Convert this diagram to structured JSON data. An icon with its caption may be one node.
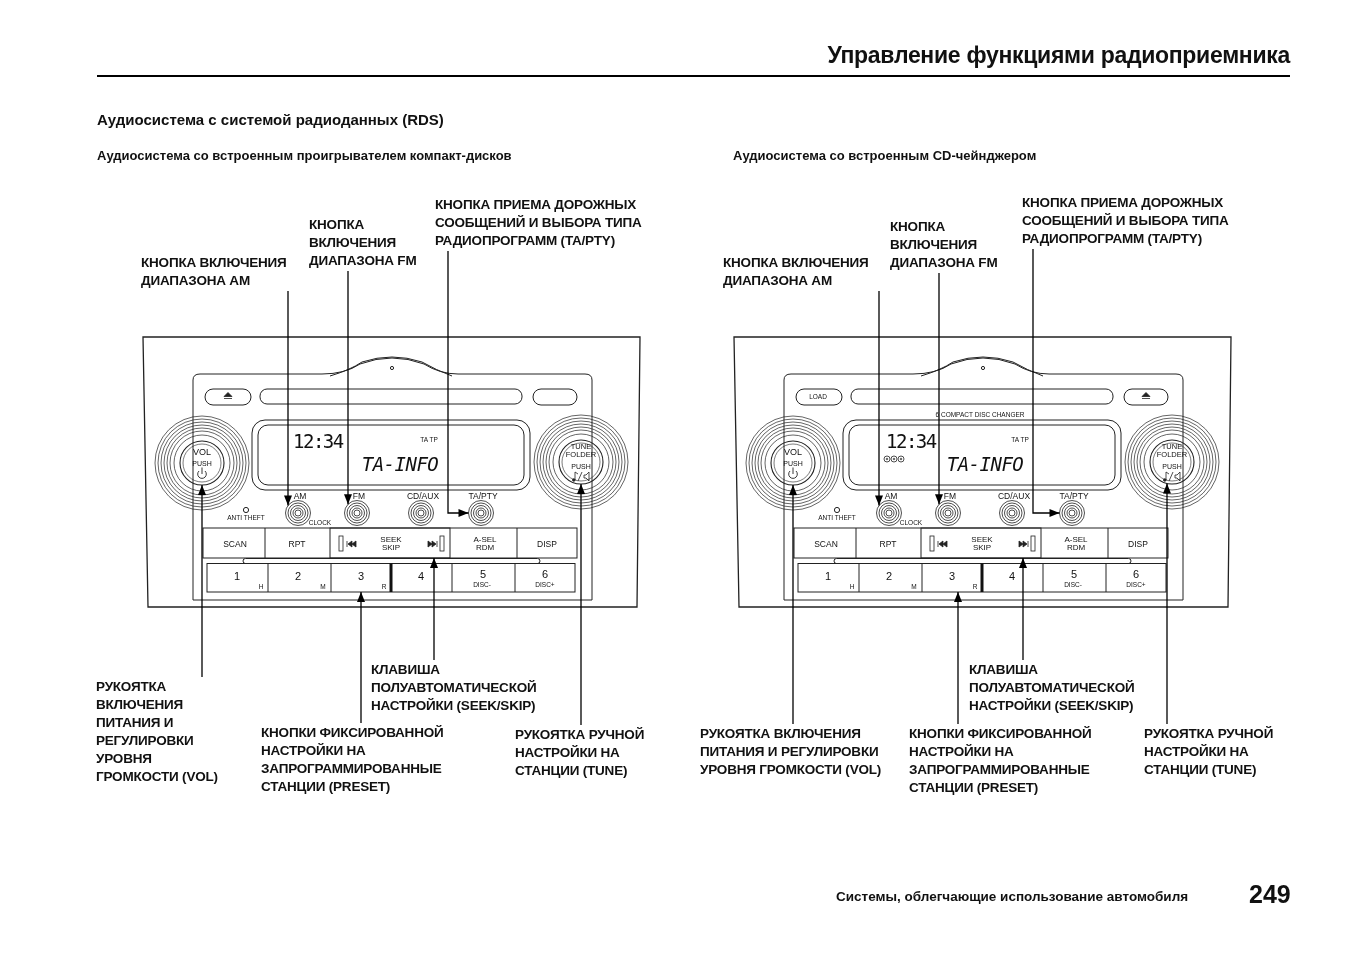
{
  "diagram": {
    "title": "Управление функциями радиоприемника",
    "nodes": [
      {
        "text": [
          "КНОПКА ВКЛЮЧЕНИЯ ДИАПАЗОНА AM"
        ]
      },
      {
        "text": [
          "КНОПКА ВКЛЮЧЕНИЯ ДИАПАЗОНА FM"
        ]
      },
      {
        "text": [
          "КНОПКА ПРИЕМА ДОРОЖНЫХ СООБЩЕНИЙ И ВЫБОРА ТИПА РАДИОПРОГРАММ (TA/PTY)"
        ]
      },
      {
        "text": [
          "РУКОЯТКА ВКЛЮЧЕНИЯ ПИТАНИЯ И РЕГУЛИРОВКИ УРОВНЯ ГРОМКОСТИ (VOL)"
        ]
      },
      {
        "text": [
          "КЛАВИША ПОЛУАВТОМАТИЧЕСКОЙ НАСТРОЙКИ (SEEK/SKIP)"
        ]
      },
      {
        "text": [
          "КНОПКИ ФИКСИРОВАННОЙ НАСТРОЙКИ НА ЗАПРОГРАММИРОВАННЫЕ СТАНЦИИ (PRESET)"
        ]
      },
      {
        "text": [
          "РУКОЯТКА РУЧНОЙ НАСТРОЙКИ НА СТАНЦИИ (TUNE)"
        ]
      },
      {
        "text": [],
        "shape": "circle",
        "beside": [
          "AM"
        ]
      },
      {
        "text": [],
        "shape": "circle",
        "beside": [
          "FM"
        ]
      },
      {
        "text": [],
        "shape": "circle",
        "beside": [
          "TA/PTY"
        ]
      },
      {
        "text": [],
        "shape": "circle"
      },
      {
        "text": [],
        "shape": "box"
      },
      {
        "text": [],
        "shape": "bar"
      },
      {
        "text": [],
        "shape": "circle"
      },
      {
        "text": [
          "КНОПКА ВКЛЮЧЕНИЯ ДИАПАЗОНА AM"
        ]
      },
      {
        "text": [
          "КНОПКА ВКЛЮЧЕНИЯ ДИАПАЗОНА FM"
        ]
      },
      {
        "text": [
          "КНОПКА ПРИЕМА ДОРОЖНЫХ СООБЩЕНИЙ И ВЫБОРА ТИПА РАДИОПРОГРАММ (TA/PTY)"
        ]
      },
      {
        "text": [
          "РУКОЯТКА ВКЛЮЧЕНИЯ ПИТАНИЯ И РЕГУЛИРОВКИ УРОВНЯ ГРОМКОСТИ (VOL)"
        ]
      },
      {
        "text": [
          "КЛАВИША ПОЛУАВТОМАТИЧЕСКОЙ НАСТРОЙКИ (SEEK/SKIP)"
        ]
      },
      {
        "text": [
          "КНОПКИ ФИКСИРОВАННОЙ НАСТРОЙКИ НА ЗАПРОГРАММИРОВАННЫЕ СТАНЦИИ (PRESET)"
        ]
      },
      {
        "text": [
          "РУКОЯТКА РУЧНОЙ НАСТРОЙКИ НА СТАНЦИИ (TUNE)"
        ]
      },
      {
        "text": [],
        "shape": "circle",
        "beside": [
          "AM"
        ]
      },
      {
        "text": [],
        "shape": "circle",
        "beside": [
          "FM"
        ]
      },
      {
        "text": [],
        "shape": "circle",
        "beside": [
          "TA/PTY"
        ]
      },
      {
        "text": [],
        "shape": "circle"
      },
      {
        "text": [],
        "shape": "box"
      },
      {
        "text": [],
        "shape": "bar"
      },
      {
        "text": [],
        "shape": "circle"
      },
      {
        "text": [],
        "shape": "circle",
        "beside": [
          "CD/AUX"
        ]
      },
      {
        "text": [],
        "shape": "circle",
        "beside": [
          "CD/AUX"
        ]
      }
    ],
    "edges": [
      {
        "from": 0,
        "to": 7,
        "arrow": "to"
      },
      {
        "from": 1,
        "to": 8,
        "arrow": "to"
      },
      {
        "from": 2,
        "to": 9,
        "arrow": "to"
      },
      {
        "from": 3,
        "to": 10,
        "arrow": "to"
      },
      {
        "from": 4,
        "to": 11,
        "arrow": "to"
      },
      {
        "from": 5,
        "to": 12,
        "arrow": "to"
      },
      {
        "from": 6,
        "to": 13,
        "arrow": "to"
      },
      {
        "from": 14,
        "to": 21,
        "arrow": "to"
      },
      {
        "from": 15,
        "to": 22,
        "arrow": "to"
      },
      {
        "from": 16,
        "to": 23,
        "arrow": "to"
      },
      {
        "from": 17,
        "to": 24,
        "arrow": "to"
      },
      {
        "from": 18,
        "to": 25,
        "arrow": "to"
      },
      {
        "from": 19,
        "to": 26,
        "arrow": "to"
      },
      {
        "from": 20,
        "to": 27,
        "arrow": "to"
      }
    ],
    "labels": [
      "Аудиосистема с системой радиоданных (RDS)",
      "Аудиосистема со встроенным проигрывателем компакт-дисков",
      "Аудиосистема со встроенным CD-чейнджером",
      "12:34",
      "TA TP",
      "TA-INFO",
      "VOL",
      "PUSH",
      "ANTI THEFT",
      "CLOCK",
      "TUNE FOLDER",
      "PUSH",
      "SCAN",
      "RPT",
      "SEEK SKIP",
      "A-SEL RDM",
      "DISP",
      "1",
      "H",
      "2",
      "M",
      "3",
      "R",
      "4",
      "5",
      "DISC-",
      "6",
      "DISC+",
      "LOAD",
      "6 COMPACT DISC CHANGER",
      "12:34",
      "TA TP",
      "TA-INFO",
      "VOL",
      "PUSH",
      "ANTI THEFT",
      "CLOCK",
      "TUNE FOLDER",
      "PUSH",
      "SCAN",
      "RPT",
      "SEEK SKIP",
      "A-SEL RDM",
      "DISP",
      "1",
      "H",
      "2",
      "M",
      "3",
      "R",
      "4",
      "5",
      "DISC-",
      "6",
      "DISC+",
      "Системы, облегчающие использование автомобиля",
      "249"
    ]
  }
}
